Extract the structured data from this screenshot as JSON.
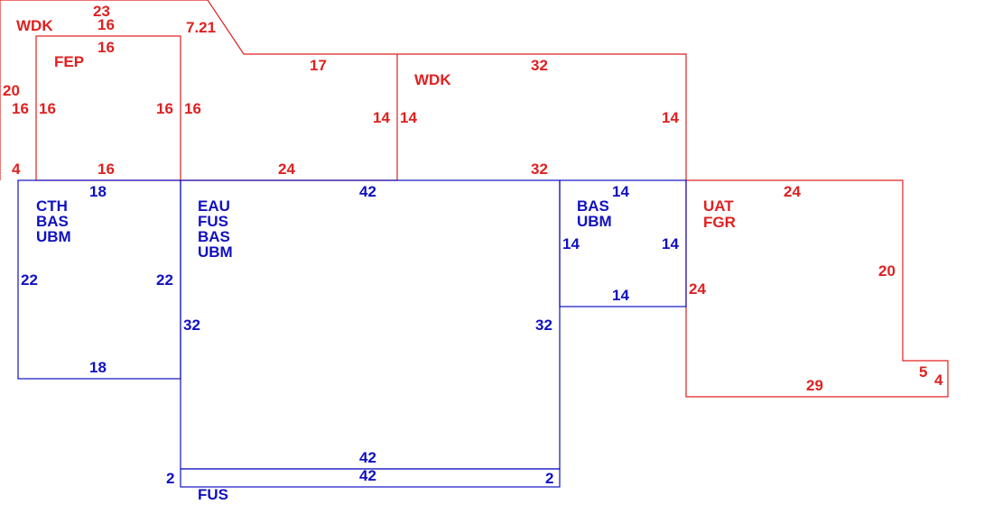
{
  "colors": {
    "red": "#e02020",
    "blue": "#1010c0",
    "background": "#ffffff"
  },
  "codes": {
    "wdk_left": "WDK",
    "fep": "FEP",
    "wdk_right": "WDK",
    "cth": "CTH",
    "bas1": "BAS",
    "ubm1": "UBM",
    "eau": "EAU",
    "fus1": "FUS",
    "bas2": "BAS",
    "ubm2": "UBM",
    "bas3": "BAS",
    "ubm3": "UBM",
    "uat": "UAT",
    "fgr": "FGR",
    "fus2": "FUS"
  },
  "dims": {
    "d23": "23",
    "d16a": "16",
    "d721": "7.21",
    "d16b": "16",
    "d20a": "20",
    "d16c": "16",
    "d16d": "16",
    "d16e": "16",
    "d16f": "16",
    "d17": "17",
    "d32a": "32",
    "d14a": "14",
    "d14b": "14",
    "d14c": "14",
    "d4a": "4",
    "d16g": "16",
    "d24a": "24",
    "d32b": "32",
    "d18a": "18",
    "d42a": "42",
    "d14d": "14",
    "d24b": "24",
    "d22a": "22",
    "d22b": "22",
    "d14e": "14",
    "d14f": "14",
    "d20b": "20",
    "d24c": "24",
    "d14g": "14",
    "d32c": "32",
    "d32d": "32",
    "d18b": "18",
    "d5": "5",
    "d4b": "4",
    "d29": "29",
    "d42b": "42",
    "d42c": "42",
    "d2a": "2",
    "d2b": "2"
  }
}
